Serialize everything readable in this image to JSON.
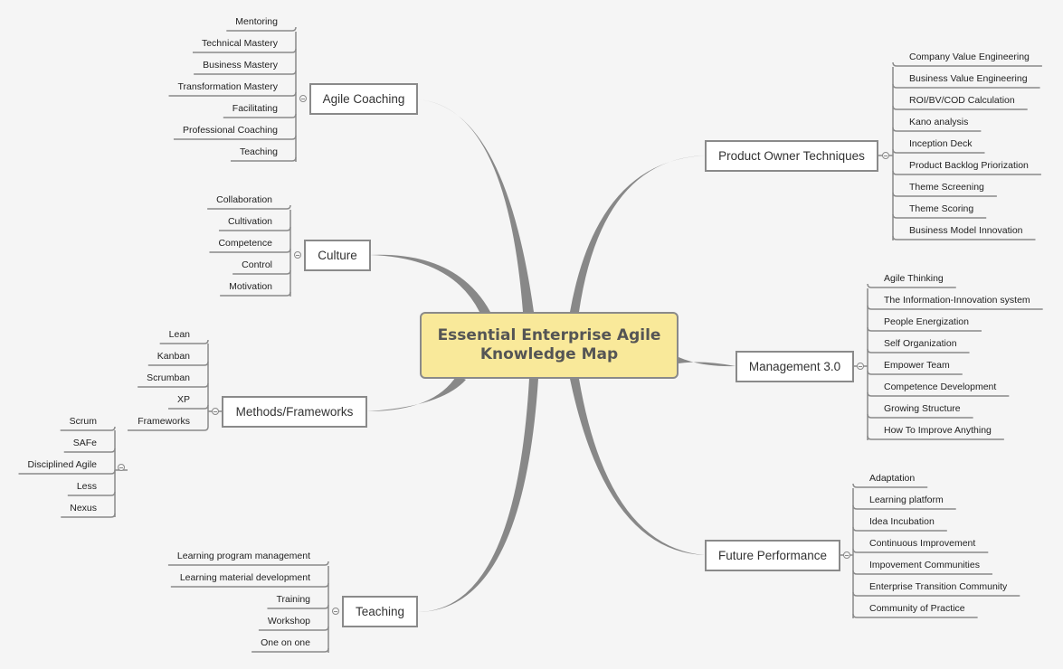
{
  "root": {
    "line1": "Essential Enterprise Agile",
    "line2": "Knowledge Map"
  },
  "topics": {
    "agile_coaching": "Agile Coaching",
    "culture": "Culture",
    "methods": "Methods/Frameworks",
    "teaching": "Teaching",
    "product_owner": "Product Owner Techniques",
    "management": "Management 3.0",
    "future": "Future Performance"
  },
  "agile_coaching": [
    "Mentoring",
    "Technical Mastery",
    "Business Mastery",
    "Transformation Mastery",
    "Facilitating",
    "Professional Coaching",
    "Teaching"
  ],
  "culture": [
    "Collaboration",
    "Cultivation",
    "Competence",
    "Control",
    "Motivation"
  ],
  "methods": [
    "Lean",
    "Kanban",
    "Scrumban",
    "XP",
    "Frameworks"
  ],
  "frameworks": [
    "Scrum",
    "SAFe",
    "Disciplined Agile",
    "Less",
    "Nexus"
  ],
  "teaching": [
    "Learning program management",
    "Learning material development",
    "Training",
    "Workshop",
    "One on one"
  ],
  "product_owner": [
    "Company Value Engineering",
    "Business Value Engineering",
    "ROI/BV/COD Calculation",
    "Kano analysis",
    "Inception Deck",
    "Product Backlog Priorization",
    "Theme Screening",
    "Theme Scoring",
    "Business Model Innovation"
  ],
  "management": [
    "Agile Thinking",
    "The Information-Innovation system",
    "People Energization",
    "Self Organization",
    "Empower Team",
    "Competence Development",
    "Growing Structure",
    "How To Improve Anything"
  ],
  "future": [
    "Adaptation",
    "Learning platform",
    "Idea Incubation",
    "Continuous Improvement",
    "Impovement Communities",
    "Enterprise Transition Community",
    "Community of Practice"
  ]
}
